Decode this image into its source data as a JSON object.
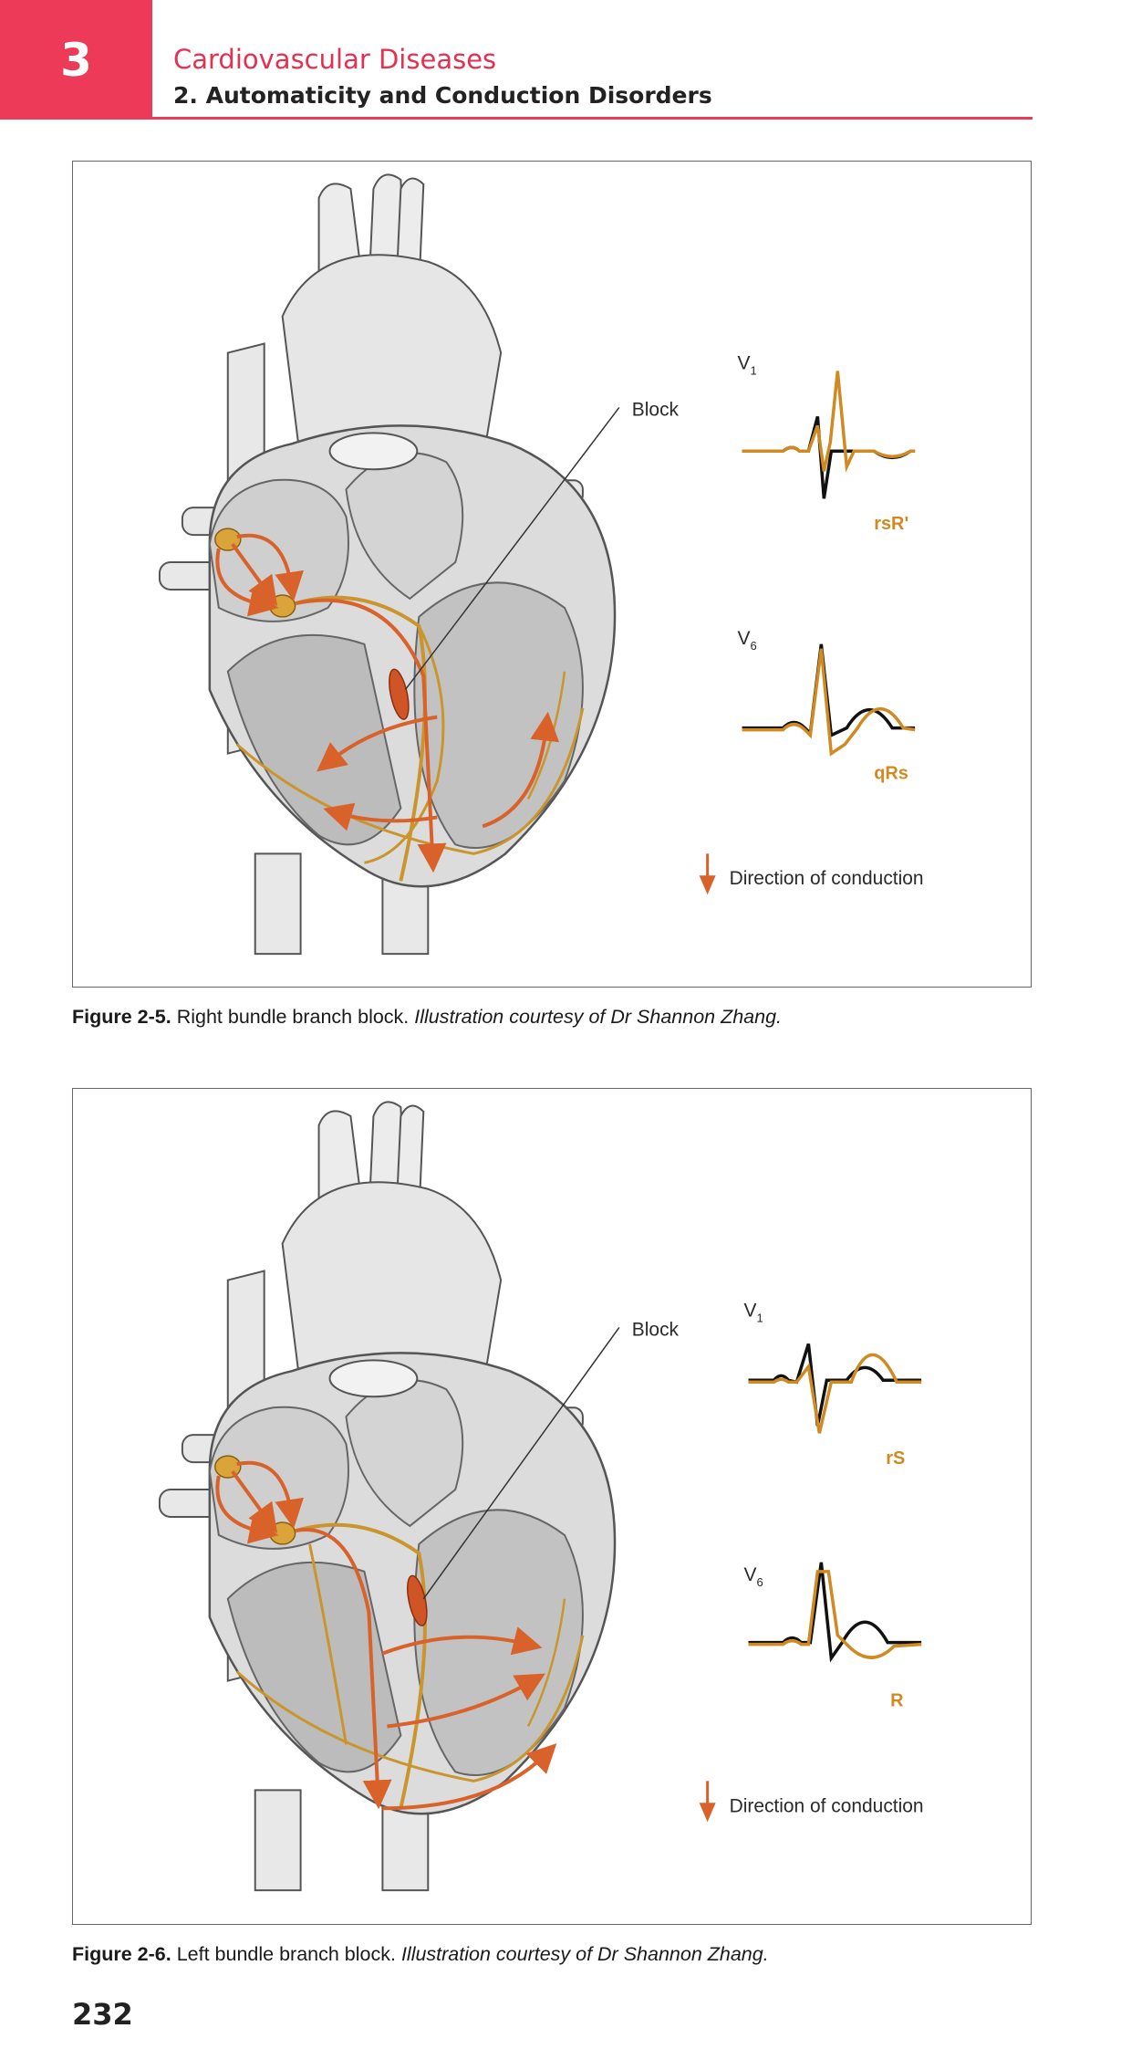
{
  "header": {
    "chapter_number": "3",
    "chapter_title": "Cardiovascular Diseases",
    "section_title": "2. Automaticity and Conduction Disorders"
  },
  "figures": [
    {
      "label": "Figure 2-5.",
      "title": "Right bundle branch block.",
      "credit": "Illustration courtesy of Dr Shannon Zhang.",
      "block_label": "Block",
      "legend": "Direction of conduction",
      "leads": [
        {
          "lead": "V",
          "sub": "1",
          "pattern": "rsR'"
        },
        {
          "lead": "V",
          "sub": "6",
          "pattern": "qRs"
        }
      ]
    },
    {
      "label": "Figure 2-6.",
      "title": "Left bundle branch block.",
      "credit": "Illustration courtesy of Dr Shannon Zhang.",
      "block_label": "Block",
      "legend": "Direction of conduction",
      "leads": [
        {
          "lead": "V",
          "sub": "1",
          "pattern": "rS"
        },
        {
          "lead": "V",
          "sub": "6",
          "pattern": "R"
        }
      ]
    }
  ],
  "page_number": "232",
  "colors": {
    "accent": "#ee3a59",
    "conduction_arrow": "#d9622b",
    "ecg_abnormal": "#d08a22",
    "ecg_normal": "#111111",
    "nerve": "#c9952c"
  }
}
